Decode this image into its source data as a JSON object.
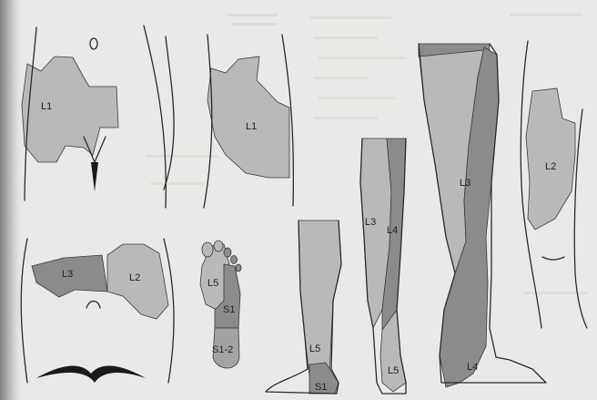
{
  "colors": {
    "paper": "#e9e9e7",
    "shade_light": "#b9b9b7",
    "shade_mid": "#a3a3a1",
    "shade_dark": "#8b8b89",
    "line": "#2b2b2b"
  },
  "figures": {
    "anterior_trunk": {
      "label": "L1"
    },
    "lateral_trunk": {
      "label": "L1"
    },
    "posterior_buttocks": {
      "label_left": "L3",
      "label_right": "L2"
    },
    "sole": {
      "label_medial": "L5",
      "label_lateral": "S1",
      "label_heel": "S1-2"
    },
    "lateral_leg": {
      "label_main": "L5",
      "label_foot": "S1"
    },
    "anterior_leg": {
      "label_medial": "L3",
      "label_lateral": "L4",
      "label_foot": "L5"
    },
    "medial_leg": {
      "label_thigh": "L3",
      "label_lower": "L4"
    },
    "knee": {
      "label": "L2"
    }
  }
}
